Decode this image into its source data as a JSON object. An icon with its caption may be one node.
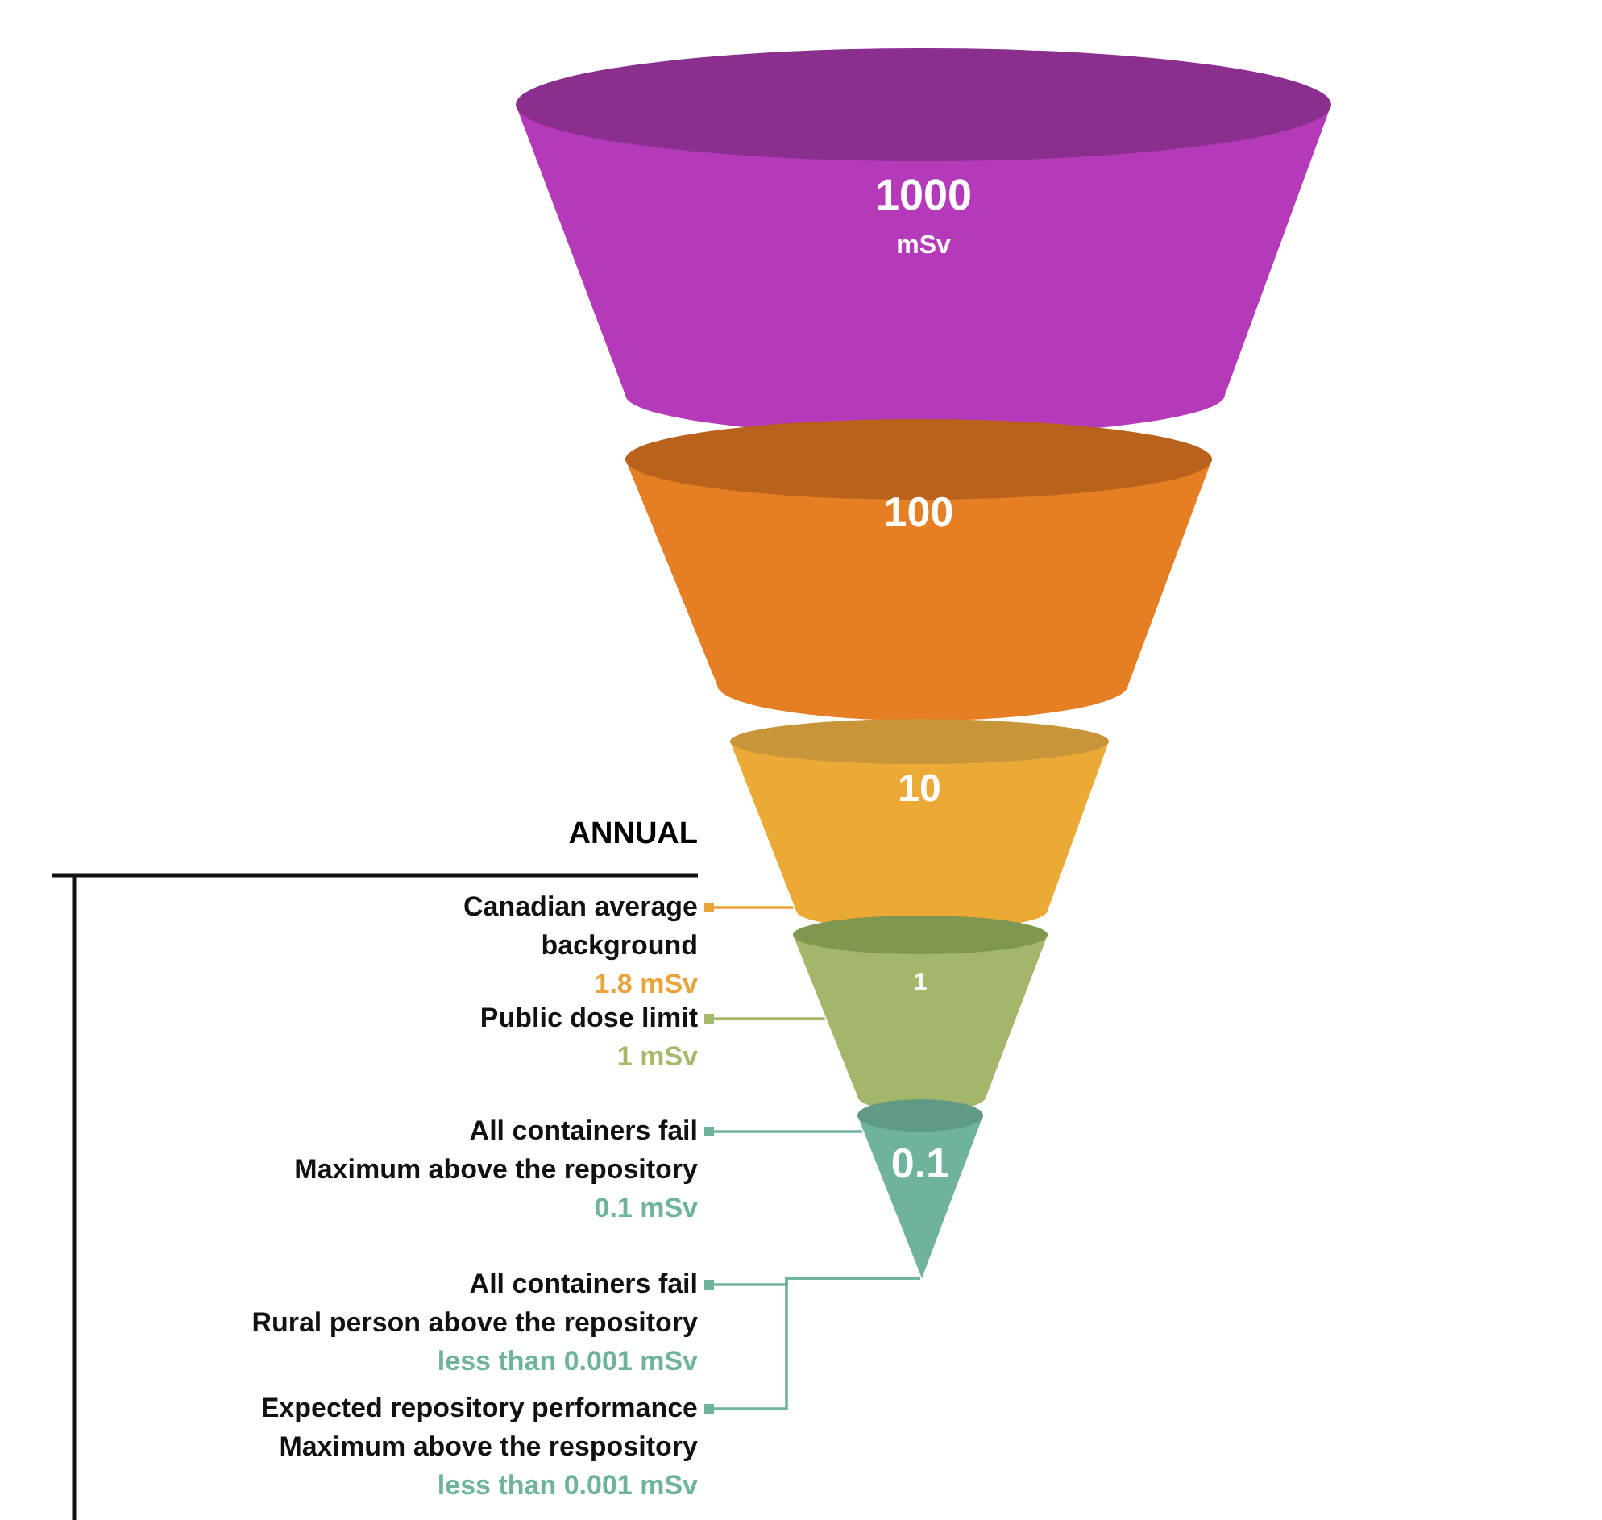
{
  "diagram": {
    "nodes": [
      {
        "text": [
          "1000",
          "mSv"
        ]
      },
      {
        "text": [
          "100"
        ]
      },
      {
        "text": [
          "10"
        ]
      },
      {
        "text": [
          "1"
        ]
      },
      {
        "text": [
          "0.1"
        ]
      },
      {
        "text": [
          "Canadian average background",
          "1.8 mSv"
        ]
      },
      {
        "text": [
          "Public dose limit",
          "1 mSv"
        ]
      },
      {
        "text": [
          "All containers fail",
          "Maximum above the repository",
          "0.1 mSv"
        ]
      },
      {
        "text": [
          "All containers fail",
          "Rural person above the repository",
          "less than 0.001 mSv"
        ]
      },
      {
        "text": [
          "Expected repository performance",
          "Maximum above the respository",
          "less than 0.001 mSv"
        ]
      }
    ],
    "edges": [
      {
        "from": 5,
        "to": 2,
        "arrow": "other",
        "color": "#e8a33a"
      },
      {
        "from": 6,
        "to": 3,
        "arrow": "other",
        "color": "#a5b96a"
      },
      {
        "from": 7,
        "to": 4,
        "arrow": "other"
      },
      {
        "from": 8,
        "to": 4,
        "arrow": "other"
      },
      {
        "from": 9,
        "to": 4,
        "arrow": "other"
      }
    ],
    "labels": [
      "ANNUAL"
    ]
  }
}
